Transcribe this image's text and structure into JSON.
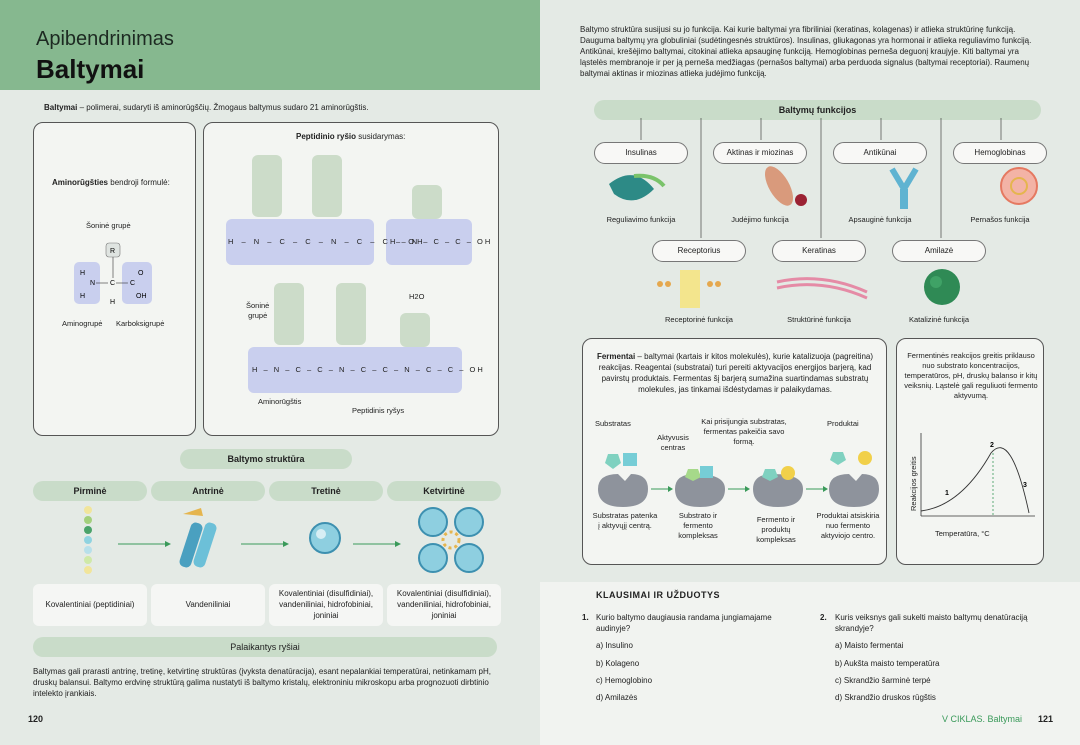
{
  "left": {
    "subtitle": "Apibendrinimas",
    "title": "Baltymai",
    "intro_b": "Baltymai",
    "intro": " – polimerai, sudaryti iš aminorūgščių. Žmogaus baltymus sudaro 21 aminorūgštis.",
    "amino_b": "Aminorūgšties",
    "amino": " bendroji formulė:",
    "side_group": "Šoninė grupė",
    "amino_group": "Aminogrupė",
    "carboxy_group": "Karboksigrupė",
    "pept_b": "Peptidinio ryšio",
    "pept": " susidarymas:",
    "side_group2a": "Šoninė",
    "side_group2b": "grupė",
    "aminorugstis": "Aminorūgštis",
    "pept_bond": "Peptidinis ryšys",
    "water": "H2O",
    "structure_title": "Baltymo struktūra",
    "levels": [
      {
        "name": "Pirminė",
        "bond": "Kovalentiniai (peptidiniai)"
      },
      {
        "name": "Antrinė",
        "bond": "Vandeniliniai"
      },
      {
        "name": "Tretinė",
        "bond": "Kovalentiniai (disulfidiniai), vandeniliniai, hidrofobiniai, joniniai"
      },
      {
        "name": "Ketvirtinė",
        "bond": "Kovalentiniai (disulfidiniai), vandeniliniai, hidrofobiniai, joniniai"
      }
    ],
    "bonds_title": "Palaikantys ryšiai",
    "footer_text": "Baltymas gali prarasti antrinę, tretinę, ketvirtinę struktūras (įvyksta denatūracija), esant nepalankiai temperatūrai, netinkamam pH, druskų balansui. Baltymo erdvinę struktūrą galima nustatyti iš baltymo kristalų, elektroniniu mikroskopu arba prognozuoti dirbtinio intelekto įrankiais.",
    "page_no": "120"
  },
  "right": {
    "intro": "Baltymo struktūra susijusi su jo funkcija. Kai kurie baltymai yra fibriliniai (keratinas, kolagenas) ir atlieka struktūrinę funkciją. Dauguma baltymų yra globuliniai (sudėtingesnės struktūros). Insulinas, gliukagonas yra hormonai ir atlieka reguliavimo funkciją. Antikūnai, krešėjimo baltymai, citokinai atlieka apsauginę funkciją. Hemoglobinas perneša deguonį kraujyje. Kiti baltymai yra ląstelės membranoje ir per ją perneša medžiagas (pernašos baltymai) arba perduoda signalus (baltymai receptoriai). Raumenų baltymai aktinas ir miozinas atlieka judėjimo funkciją.",
    "functions_title": "Baltymų funkcijos",
    "row1": [
      {
        "name": "Insulinas",
        "func": "Reguliavimo funkcija"
      },
      {
        "name": "Aktinas ir miozinas",
        "func": "Judėjimo funkcija"
      },
      {
        "name": "Antikūnai",
        "func": "Apsauginė funkcija"
      },
      {
        "name": "Hemoglobinas",
        "func": "Pernašos funkcija"
      }
    ],
    "row2": [
      {
        "name": "Receptorius",
        "func": "Receptorinė funkcija"
      },
      {
        "name": "Keratinas",
        "func": "Struktūrinė funkcija"
      },
      {
        "name": "Amilazė",
        "func": "Katalizinė funkcija"
      }
    ],
    "enzyme_b": "Fermentai",
    "enzyme": " – baltymai (kartais ir kitos molekulės), kurie katalizuoja (pagreitina) reakcijas. Reagentai (substratai) turi pereiti aktyvacijos energijos barjerą, kad pavirstų produktais. Fermentas šį barjerą sumažina suartindamas substratų molekules, jas tinkamai išdėstydamas ir palaikydamas.",
    "substrates": "Substratas",
    "active_site": "Aktyvusis centras",
    "binding": "Kai prisijungia substratas, fermentas pakeičia savo formą.",
    "products": "Produktai",
    "steps": [
      "Substratas patenka į aktyvųjį centrą.",
      "Substrato ir fermento kompleksas",
      "Fermento ir produktų kompleksas",
      "Produktai atsiskiria nuo fermento aktyviojo centro."
    ],
    "rate_text": "Fermentinės reakcijos greitis priklauso nuo substrato koncentracijos, temperatūros, pH, druskų balanso ir kitų veiksnių. Ląstelė gali reguliuoti fermento aktyvumą.",
    "graph_y": "Reakcijos greitis",
    "graph_x": "Temperatūra, °C",
    "q_title": "KLAUSIMAI IR UŽDUOTYS",
    "q1": {
      "num": "1.",
      "text": "Kurio baltymo daugiausia randama jungiamajame audinyje?",
      "opts": [
        "a) Insulino",
        "b) Kolageno",
        "c) Hemoglobino",
        "d) Amilazės"
      ]
    },
    "q2": {
      "num": "2.",
      "text": "Kuris veiksnys gali sukelti maisto baltymų denatūraciją skrandyje?",
      "opts": [
        "a) Maisto fermentai",
        "b) Aukšta maisto temperatūra",
        "c) Skrandžio šarminė terpė",
        "d) Skrandžio druskos rūgštis"
      ]
    },
    "chapter": "V CIKLAS. Baltymai",
    "page_no": "121"
  }
}
